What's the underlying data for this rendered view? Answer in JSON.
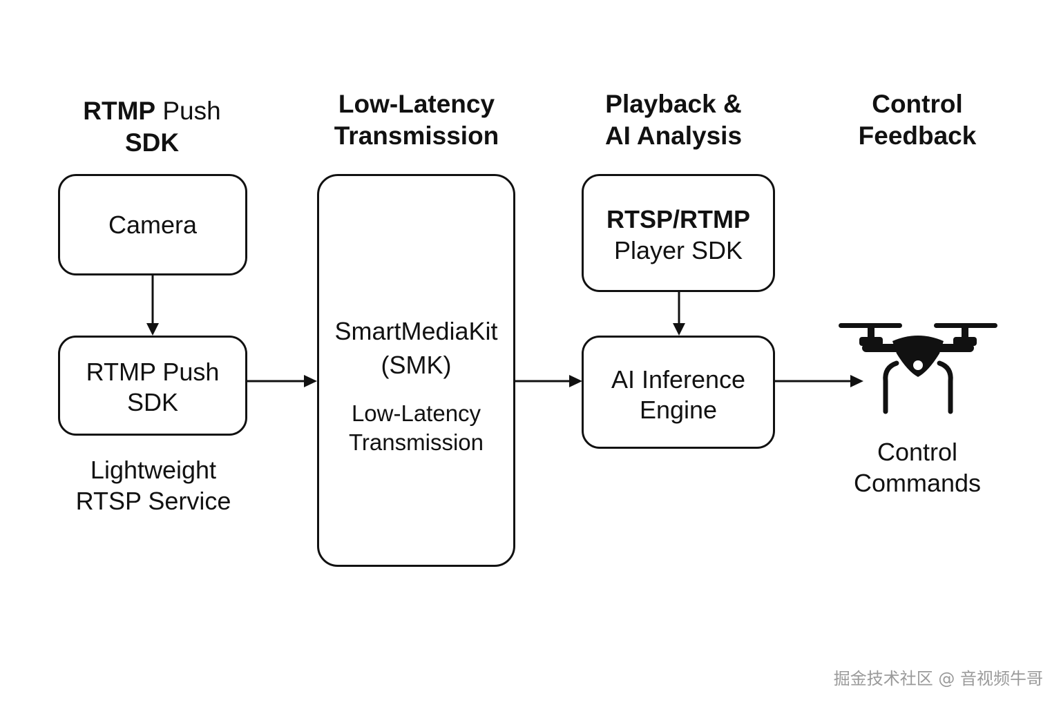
{
  "headings": {
    "col1_line1_bold": "RTMP",
    "col1_line1_rest": " Push",
    "col1_line2": "SDK",
    "col2_line1": "Low-Latency",
    "col2_line2": "Transmission",
    "col3_line1": "Playback &",
    "col3_line2": "AI Analysis",
    "col4_line1": "Control",
    "col4_line2": "Feedback"
  },
  "boxes": {
    "camera": "Camera",
    "rtmp_push_line1": "RTMP Push",
    "rtmp_push_line2": "SDK",
    "smk_line1": "SmartMediaKit",
    "smk_line2": "(SMK)",
    "smk_sub_line1": "Low-Latency",
    "smk_sub_line2": "Transmission",
    "player_line1": "RTSP/RTMP",
    "player_line2": "Player SDK",
    "ai_line1": "AI Inference",
    "ai_line2": "Engine"
  },
  "labels": {
    "rtsp_line1": "Lightweight",
    "rtsp_line2": "RTSP Service",
    "control_line1": "Control",
    "control_line2": "Commands"
  },
  "icons": {
    "drone": "drone-icon"
  },
  "watermark": "掘金技术社区 @ 音视频牛哥"
}
